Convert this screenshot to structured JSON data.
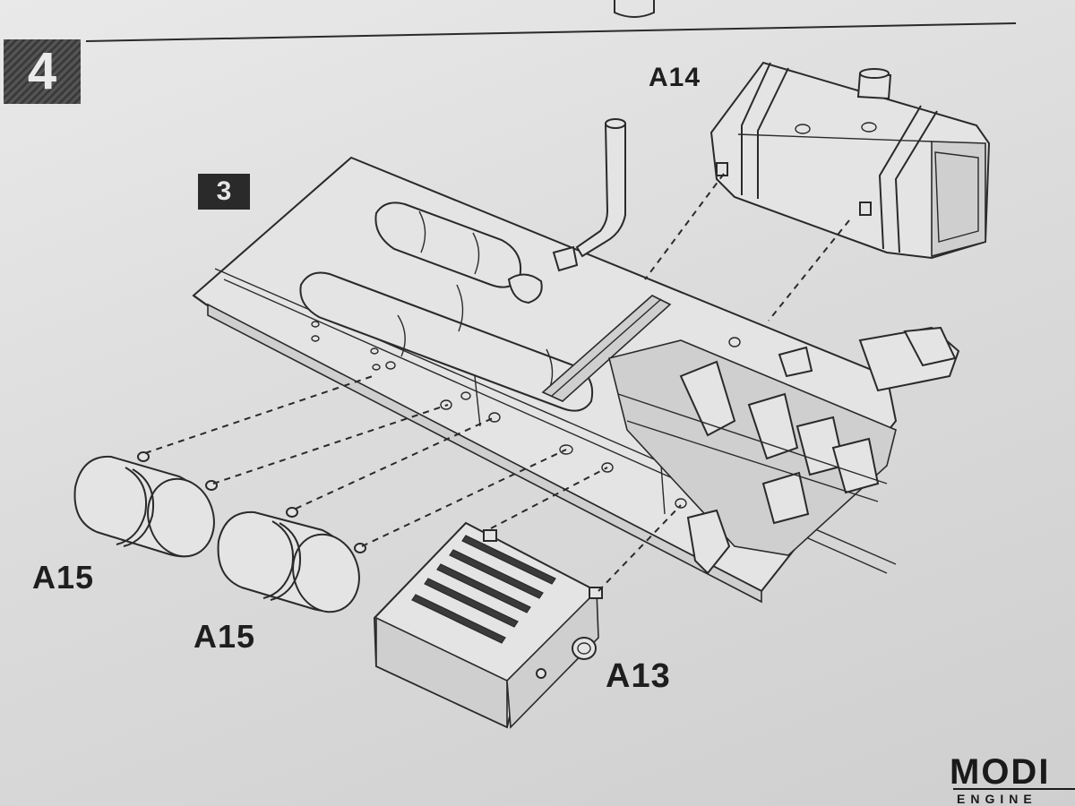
{
  "step": {
    "number": "4"
  },
  "sub_step": {
    "number": "3"
  },
  "parts": {
    "a14": "A14",
    "a15_first": "A15",
    "a15_second": "A15",
    "a13": "A13"
  },
  "brand": {
    "name": "MODI",
    "sub": "ENGINE"
  },
  "colors": {
    "paper": "#dcdcdc",
    "ink": "#2a2a2a",
    "part_fill": "#e4e4e4"
  }
}
